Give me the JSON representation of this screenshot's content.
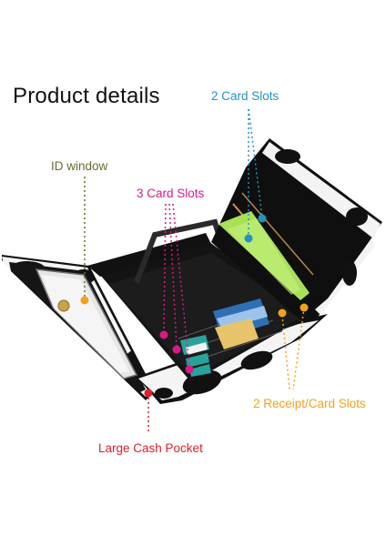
{
  "title": "Product details",
  "labels": {
    "card_slots_2": "2 Card Slots",
    "id_window": "ID window",
    "card_slots_3": "3 Card Slots",
    "receipt_slots": "2 Receipt/Card Slots",
    "cash_pocket": "Large Cash Pocket"
  },
  "colors": {
    "card_slots_2": "#1f93c6",
    "id_window": "#6b6b2e",
    "card_slots_3": "#d81b86",
    "receipt_slots": "#f2a21b",
    "cash_pocket": "#e0202b"
  }
}
